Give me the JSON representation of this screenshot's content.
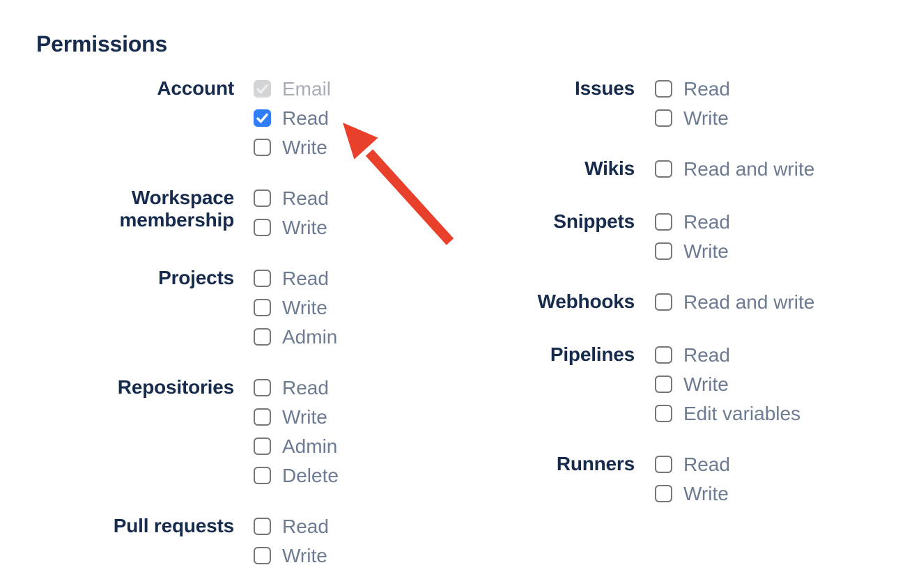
{
  "permissions": {
    "heading": "Permissions",
    "columns": [
      {
        "groups": [
          {
            "label": "Account",
            "options": [
              {
                "label": "Email",
                "state": "checked-disabled"
              },
              {
                "label": "Read",
                "state": "checked"
              },
              {
                "label": "Write",
                "state": "unchecked"
              }
            ]
          },
          {
            "label": "Workspace membership",
            "options": [
              {
                "label": "Read",
                "state": "unchecked"
              },
              {
                "label": "Write",
                "state": "unchecked"
              }
            ]
          },
          {
            "label": "Projects",
            "options": [
              {
                "label": "Read",
                "state": "unchecked"
              },
              {
                "label": "Write",
                "state": "unchecked"
              },
              {
                "label": "Admin",
                "state": "unchecked"
              }
            ]
          },
          {
            "label": "Repositories",
            "options": [
              {
                "label": "Read",
                "state": "unchecked"
              },
              {
                "label": "Write",
                "state": "unchecked"
              },
              {
                "label": "Admin",
                "state": "unchecked"
              },
              {
                "label": "Delete",
                "state": "unchecked"
              }
            ]
          },
          {
            "label": "Pull requests",
            "options": [
              {
                "label": "Read",
                "state": "unchecked"
              },
              {
                "label": "Write",
                "state": "unchecked"
              }
            ]
          }
        ]
      },
      {
        "groups": [
          {
            "label": "Issues",
            "options": [
              {
                "label": "Read",
                "state": "unchecked"
              },
              {
                "label": "Write",
                "state": "unchecked"
              }
            ]
          },
          {
            "label": "Wikis",
            "options": [
              {
                "label": "Read and write",
                "state": "unchecked"
              }
            ]
          },
          {
            "label": "Snippets",
            "options": [
              {
                "label": "Read",
                "state": "unchecked"
              },
              {
                "label": "Write",
                "state": "unchecked"
              }
            ]
          },
          {
            "label": "Webhooks",
            "options": [
              {
                "label": "Read and write",
                "state": "unchecked"
              }
            ]
          },
          {
            "label": "Pipelines",
            "options": [
              {
                "label": "Read",
                "state": "unchecked"
              },
              {
                "label": "Write",
                "state": "unchecked"
              },
              {
                "label": "Edit variables",
                "state": "unchecked"
              }
            ]
          },
          {
            "label": "Runners",
            "options": [
              {
                "label": "Read",
                "state": "unchecked"
              },
              {
                "label": "Write",
                "state": "unchecked"
              }
            ]
          }
        ]
      }
    ]
  },
  "colors": {
    "heading_text": "#172B4D",
    "group_label_text": "#172B4D",
    "option_label_text": "#6C7A92",
    "disabled_option_label_text": "#A7ADB6",
    "checkbox_checked_fill": "#2F7EF7",
    "checkbox_disabled_fill": "#D3D4D6",
    "checkbox_border": "#76777B",
    "arrow_red": "#E8402B"
  },
  "annotation_arrow": {
    "color": "#E8402B",
    "points_to": "checkbox-account-read"
  }
}
